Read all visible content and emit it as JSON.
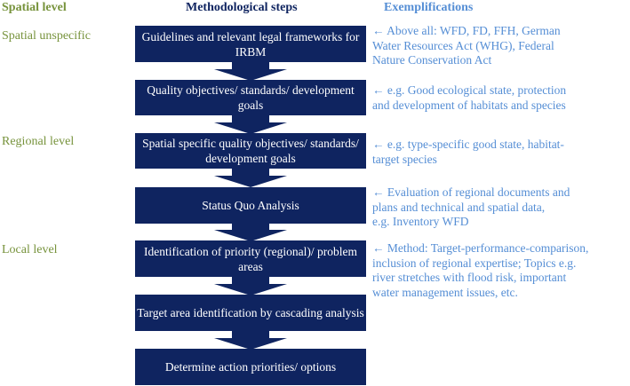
{
  "headers": {
    "spatial_level": "Spatial level",
    "steps": "Methodological steps",
    "examples": "Exemplifications"
  },
  "levels": [
    "Spatial unspecific",
    "Regional level",
    "Local level"
  ],
  "steps": [
    "Guidelines and relevant legal frameworks for IRBM",
    "Quality objectives/ standards/ development goals",
    "Spatial specific quality objectives/ standards/ development goals",
    "Status Quo Analysis",
    "Identification of priority (regional)/ problem areas",
    "Target area identification by cascading analysis",
    "Determine action priorities/ options"
  ],
  "examples": [
    "← Above all: WFD, FD, FFH, German\nWater Resources Act (WHG), Federal\nNature Conservation Act",
    "← e.g. Good ecological state, protection\nand development of habitats and species",
    "← e.g. type-specific good state, habitat-\ntarget species",
    "← Evaluation of regional documents and\nplans and technical and spatial data,\ne.g. Inventory WFD",
    "← Method: Target-performance-comparison,\ninclusion of regional expertise; Topics e.g.\nriver stretches with flood risk, important\nwater management issues, etc."
  ],
  "colors": {
    "box": "#0f2460",
    "level": "#77933c",
    "example": "#558ed5"
  }
}
